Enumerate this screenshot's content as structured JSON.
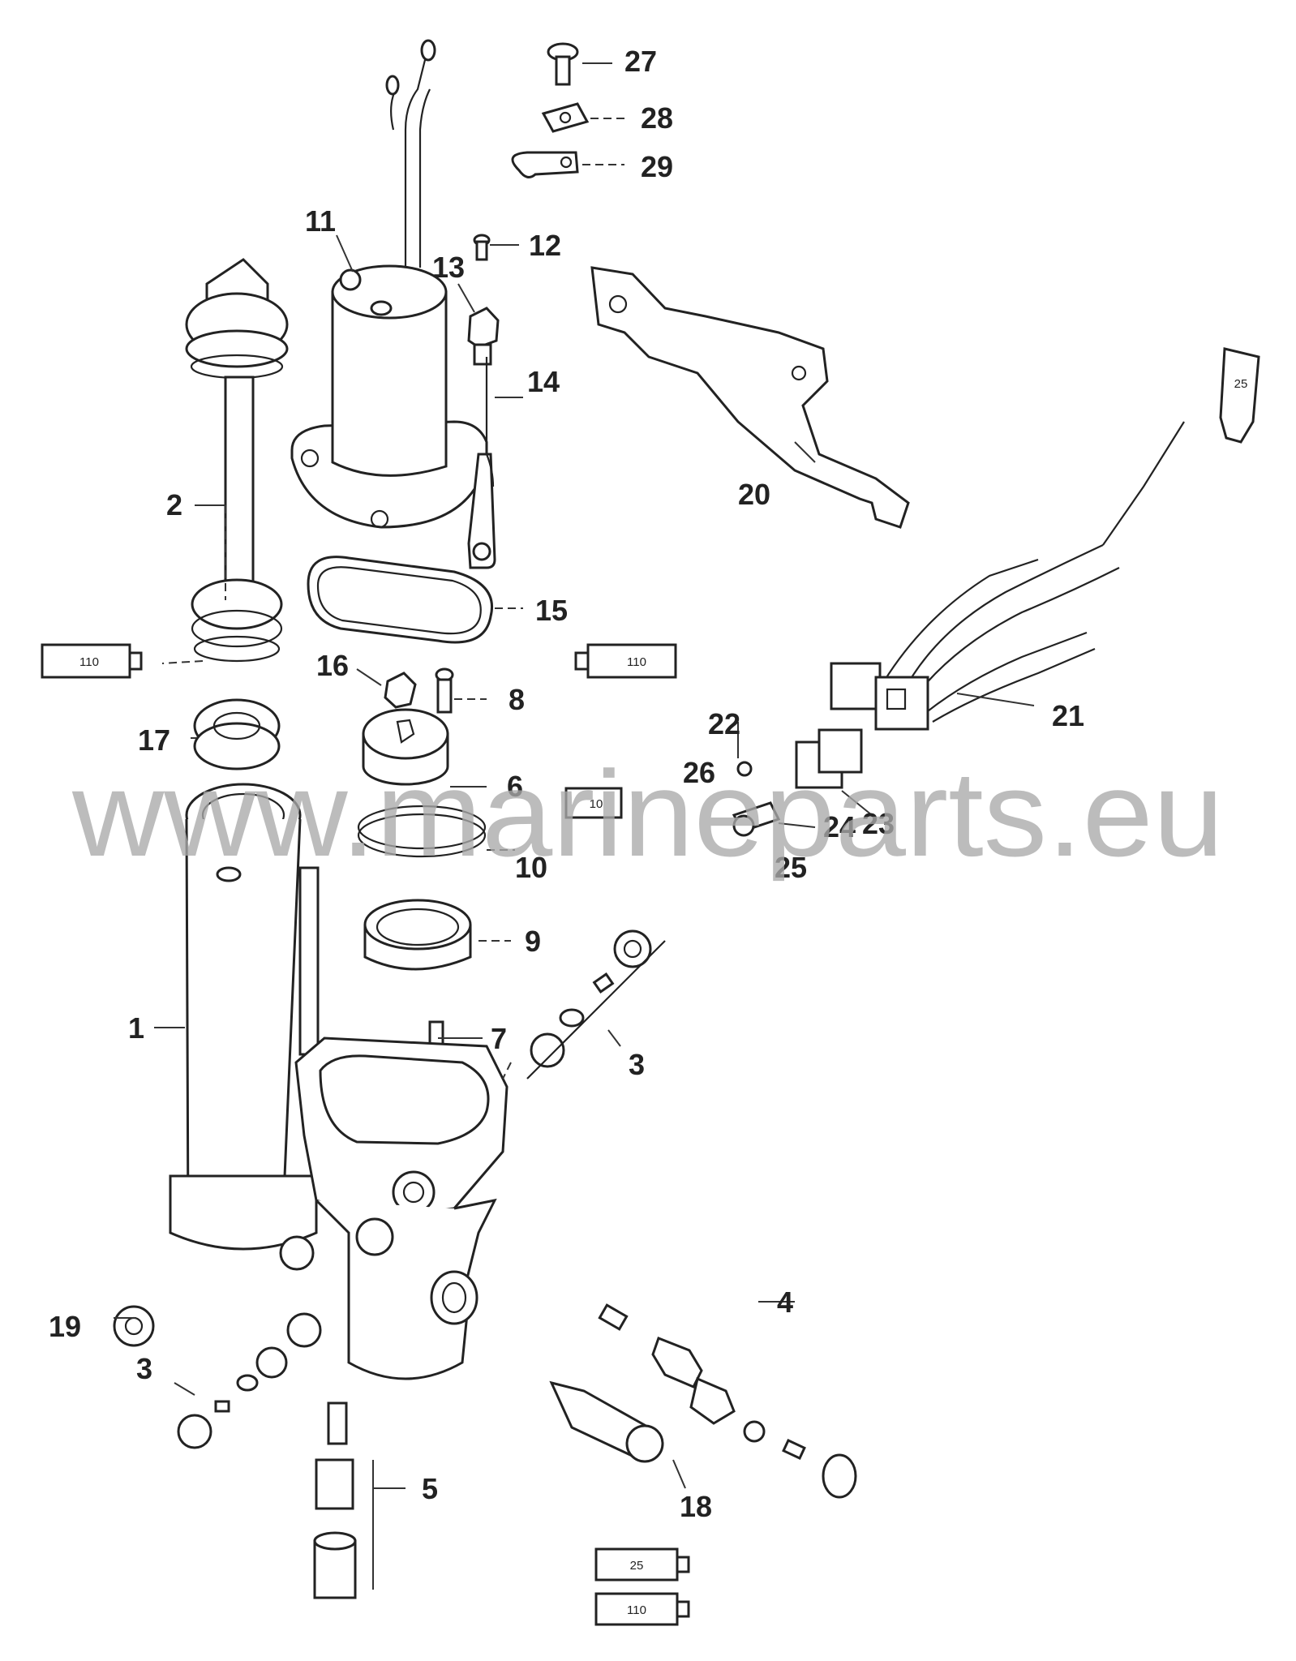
{
  "callouts": [
    {
      "id": "1",
      "label": "1"
    },
    {
      "id": "2",
      "label": "2"
    },
    {
      "id": "3a",
      "label": "3"
    },
    {
      "id": "3b",
      "label": "3"
    },
    {
      "id": "4",
      "label": "4"
    },
    {
      "id": "5",
      "label": "5"
    },
    {
      "id": "6",
      "label": "6"
    },
    {
      "id": "7",
      "label": "7"
    },
    {
      "id": "8",
      "label": "8"
    },
    {
      "id": "9",
      "label": "9"
    },
    {
      "id": "10",
      "label": "10"
    },
    {
      "id": "11",
      "label": "11"
    },
    {
      "id": "12",
      "label": "12"
    },
    {
      "id": "13",
      "label": "13"
    },
    {
      "id": "14",
      "label": "14"
    },
    {
      "id": "15",
      "label": "15"
    },
    {
      "id": "16",
      "label": "16"
    },
    {
      "id": "17",
      "label": "17"
    },
    {
      "id": "18",
      "label": "18"
    },
    {
      "id": "19",
      "label": "19"
    },
    {
      "id": "20",
      "label": "20"
    },
    {
      "id": "21",
      "label": "21"
    },
    {
      "id": "22",
      "label": "22"
    },
    {
      "id": "23",
      "label": "23"
    },
    {
      "id": "24",
      "label": "24"
    },
    {
      "id": "25",
      "label": "25"
    },
    {
      "id": "26",
      "label": "26"
    },
    {
      "id": "27",
      "label": "27"
    },
    {
      "id": "28",
      "label": "28"
    },
    {
      "id": "29",
      "label": "29"
    }
  ],
  "tubes": [
    {
      "id": "t1",
      "label": "110"
    },
    {
      "id": "t2",
      "label": "110"
    },
    {
      "id": "t3",
      "label": "10"
    },
    {
      "id": "t4",
      "label": "25"
    },
    {
      "id": "t5",
      "label": "25"
    },
    {
      "id": "t6",
      "label": "110"
    }
  ],
  "watermark": "www.marineparts.eu"
}
